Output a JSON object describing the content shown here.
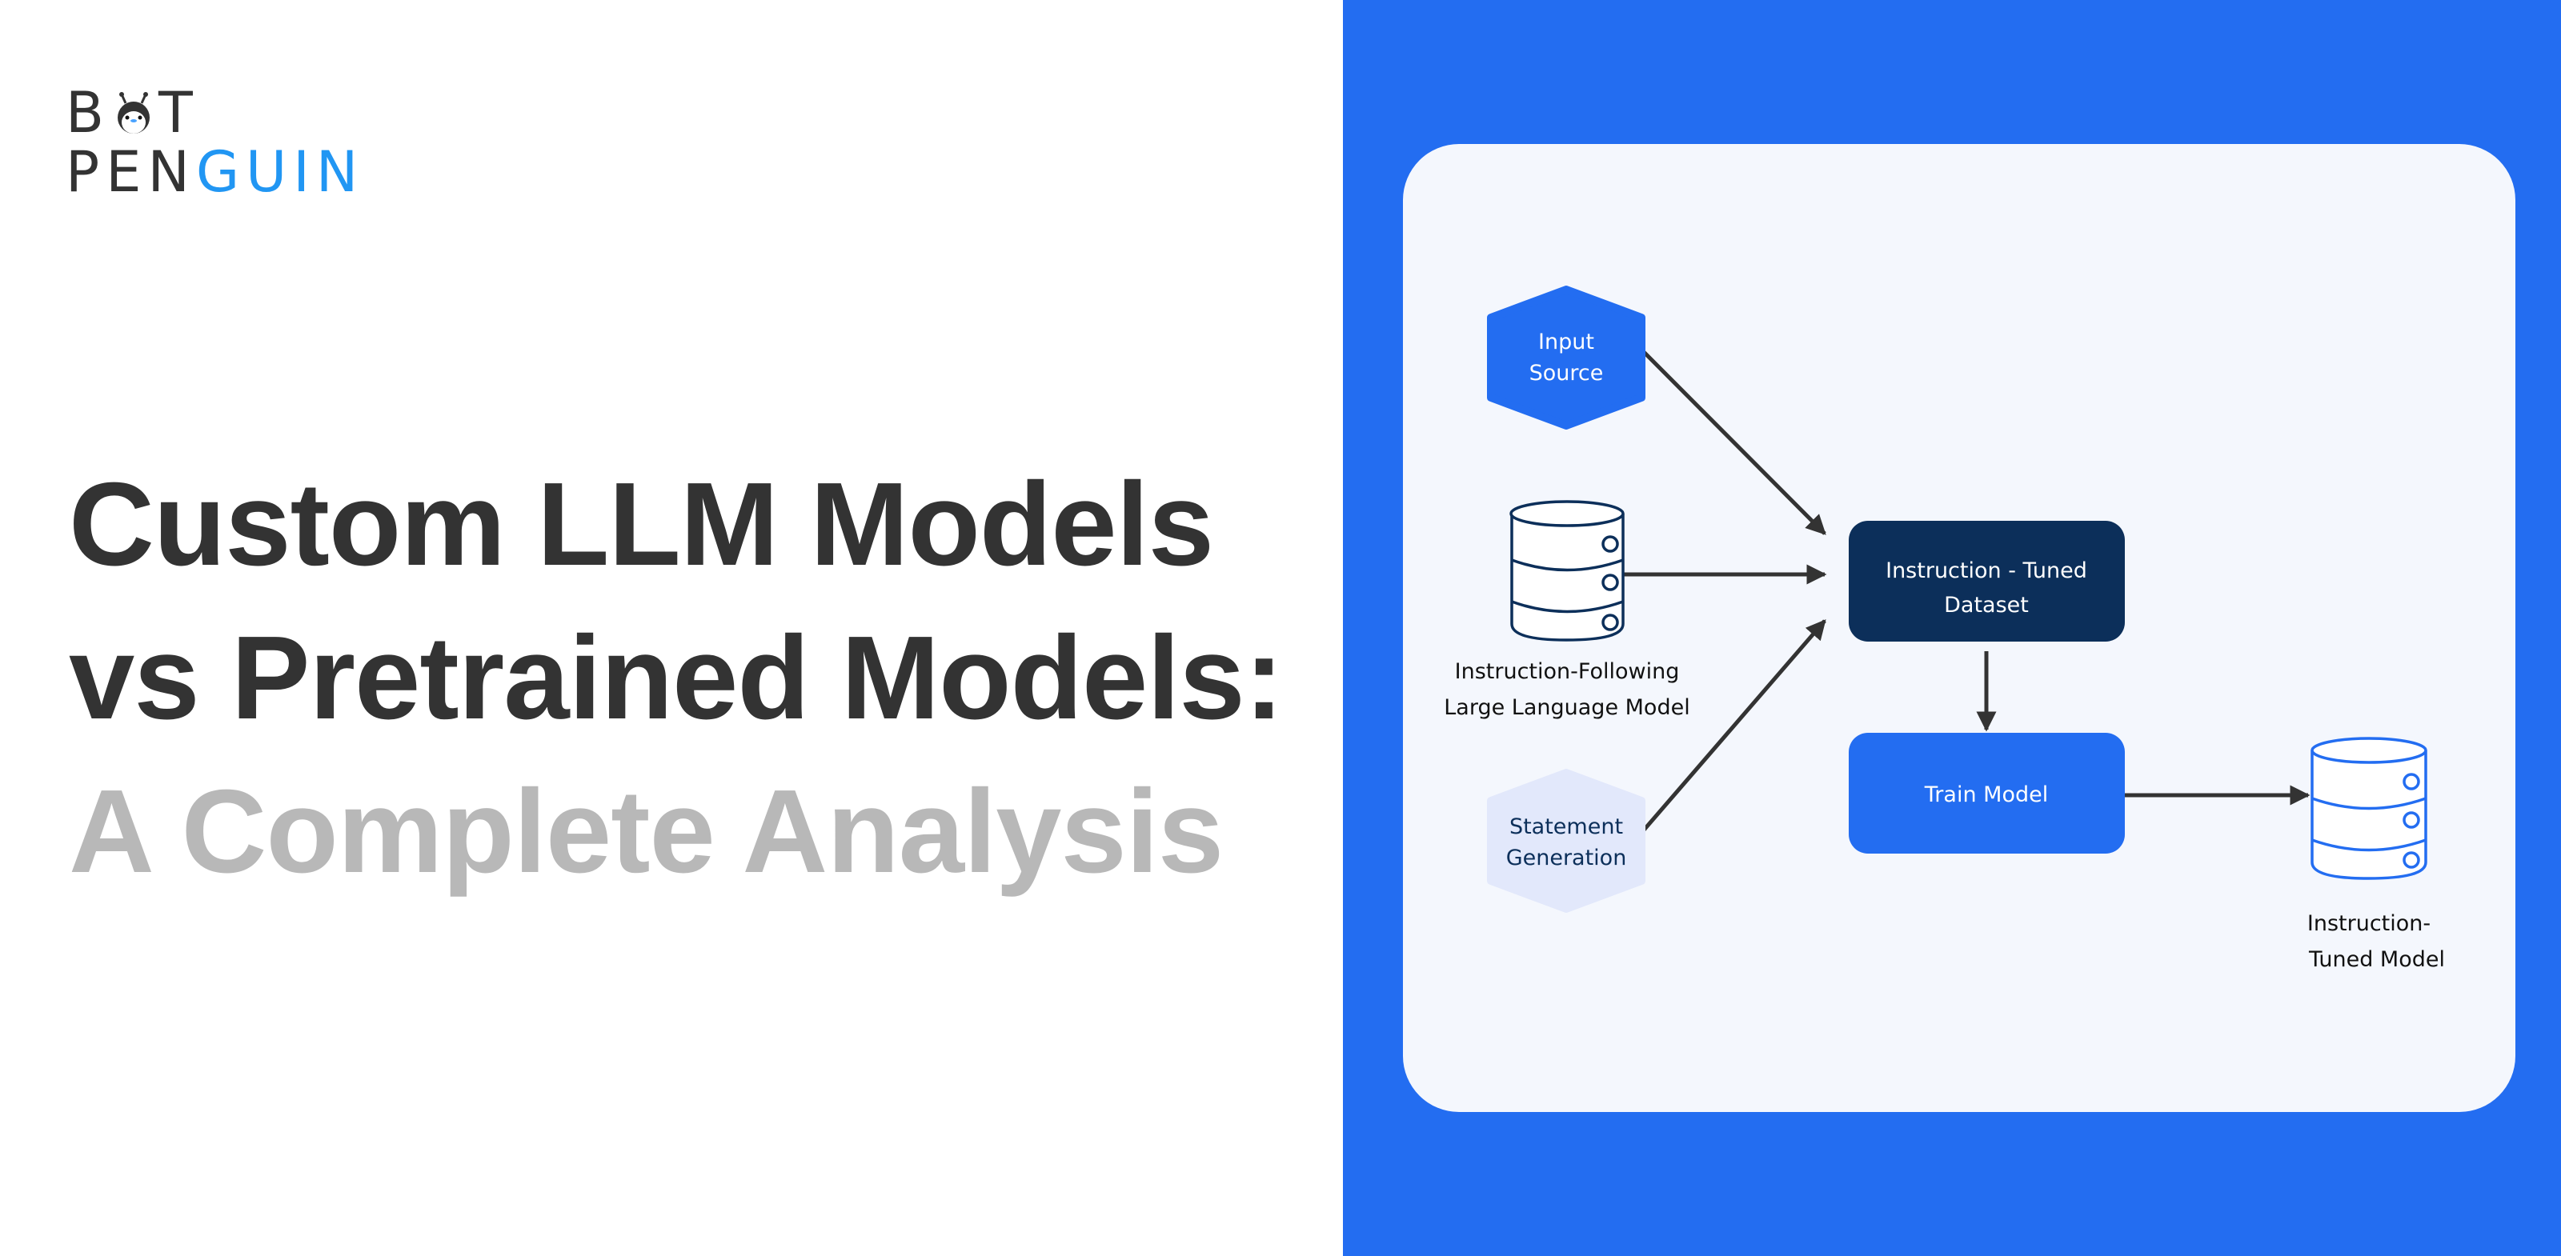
{
  "logo": {
    "line1": "B T",
    "line1_a": "B",
    "line1_b": "T",
    "line2_dark": "PEN",
    "line2_blue": "GUIN",
    "brand_text": "BOTPENGUIN"
  },
  "title": {
    "line1": "Custom LLM Models",
    "line2": "vs Pretrained Models:",
    "line3": "A Complete Analysis"
  },
  "diagram": {
    "input_source": [
      "Input",
      "Source"
    ],
    "llm_label": [
      "Instruction-Following",
      "Large Language Model"
    ],
    "statement_generation": [
      "Statement",
      "Generation"
    ],
    "dataset": [
      "Instruction - Tuned",
      "Dataset"
    ],
    "train": "Train Model",
    "output_label": [
      "Instruction-",
      "Tuned Model"
    ]
  },
  "colors": {
    "accent": "#236df1",
    "dark_node": "#0c2f5a",
    "light_node": "#e2e8fb",
    "title": "#333333",
    "subtitle": "#b8b8b8",
    "logo_blue": "#2196f3"
  }
}
